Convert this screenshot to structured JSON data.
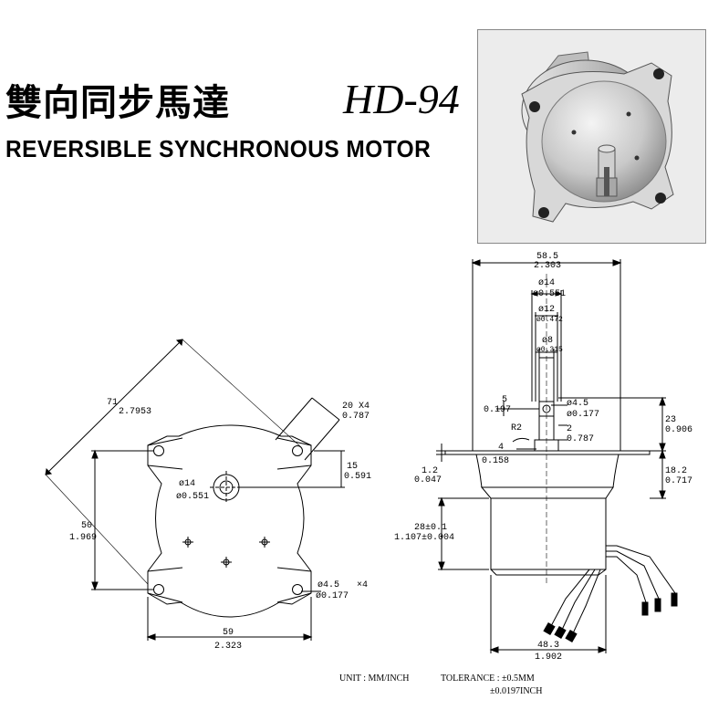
{
  "header": {
    "title_cn": "雙向同步馬達",
    "model": "HD-94",
    "title_en": "REVERSIBLE SYNCHRONOUS MOTOR"
  },
  "front_view": {
    "diag": "71",
    "diag_in": "2.7953",
    "ear": "20 X4",
    "ear_in": "0.787",
    "hole_offset": "15",
    "hole_offset_in": "0.591",
    "shaft_dia": "ø14",
    "shaft_dia_in": "ø0.551",
    "height": "50",
    "height_in": "1.969",
    "hole": "ø4.5",
    "hole_in": "ø0.177",
    "hole_count": "×4",
    "width": "59",
    "width_in": "2.323"
  },
  "side_view": {
    "overall": "58.5",
    "overall_in": "2.303",
    "d14": "ø14",
    "d14_in": "ø0.551",
    "d12": "ø12",
    "d12_in": "ø0.472",
    "d8": "ø8",
    "d8_in": "ø0.315",
    "flat": "5",
    "flat_in": "0.197",
    "pin": "ø4.5",
    "pin_in": "ø0.177",
    "radius": "R2",
    "gap": "2",
    "gap_in": "0.787",
    "step": "4",
    "step_in": "0.158",
    "plate": "1.2",
    "plate_in": "0.047",
    "shaft_len": "23",
    "shaft_len_in": "0.906",
    "boss": "18.2",
    "boss_in": "0.717",
    "body": "28±0.1",
    "body_in": "1.107±0.004",
    "body_dia": "48.3",
    "body_dia_in": "1.902"
  },
  "footer": {
    "unit": "UNIT : MM/INCH",
    "tolerance": "TOLERANCE : ±0.5MM",
    "tolerance_in": "±0.0197INCH"
  }
}
